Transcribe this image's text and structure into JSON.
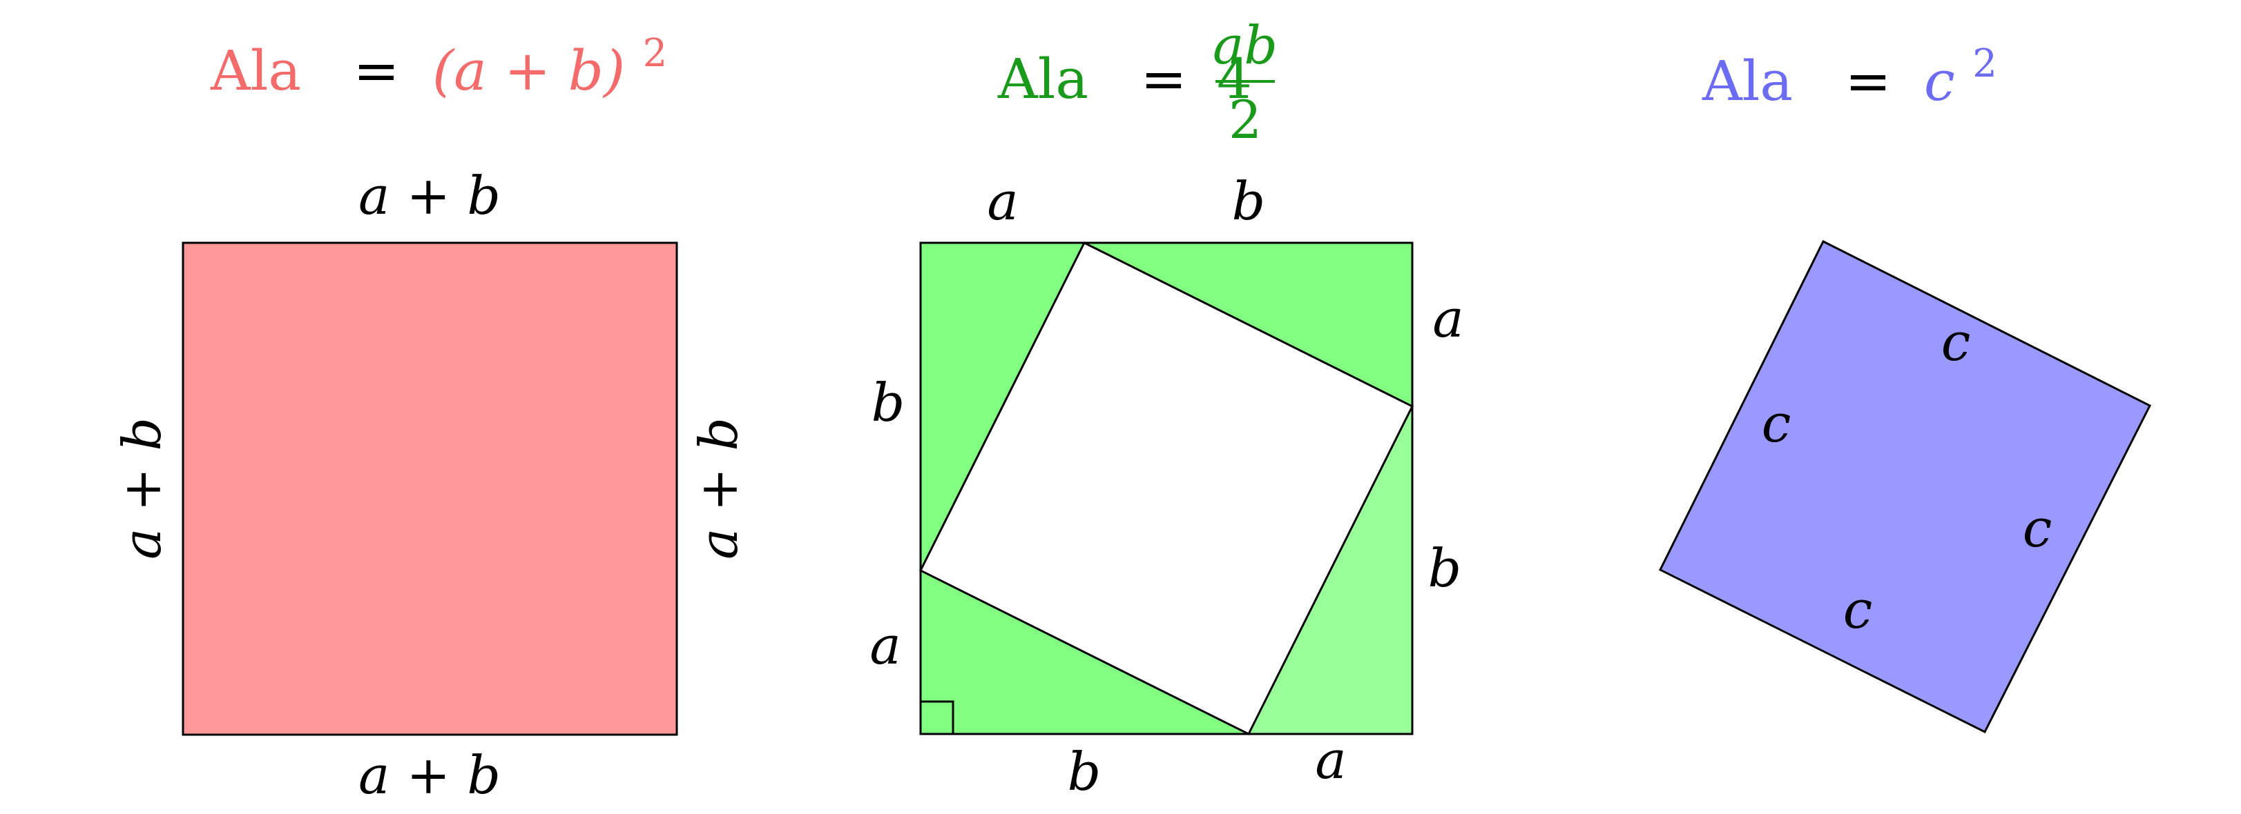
{
  "panels": [
    {
      "id": "red-square",
      "color": "#f46b6b",
      "fill": "#ff9999",
      "formula": {
        "word": "Ala",
        "eq": "=",
        "expr": "(a + b)",
        "exp": "2"
      },
      "side_labels": {
        "top": "a + b",
        "bottom": "a + b",
        "left": "a + b",
        "right": "a + b"
      }
    },
    {
      "id": "green-square",
      "color": "#1a9a1a",
      "fill": "#80ff80",
      "fill_light": "#99ff99",
      "formula": {
        "word": "Ala",
        "eq": "=",
        "coef": "4",
        "num": "ab",
        "den": "2"
      },
      "side_labels": {
        "top_left": "a",
        "top_right": "b",
        "right_top": "a",
        "right_bottom": "b",
        "bottom_right": "a",
        "bottom_left": "b",
        "left_bottom": "a",
        "left_top": "b"
      }
    },
    {
      "id": "blue-square",
      "color": "#6b6bf4",
      "fill": "#9999ff",
      "formula": {
        "word": "Ala",
        "eq": "=",
        "expr": "c",
        "exp": "2"
      },
      "side_labels": {
        "a": "c",
        "b": "c",
        "c": "c",
        "d": "c"
      }
    }
  ]
}
